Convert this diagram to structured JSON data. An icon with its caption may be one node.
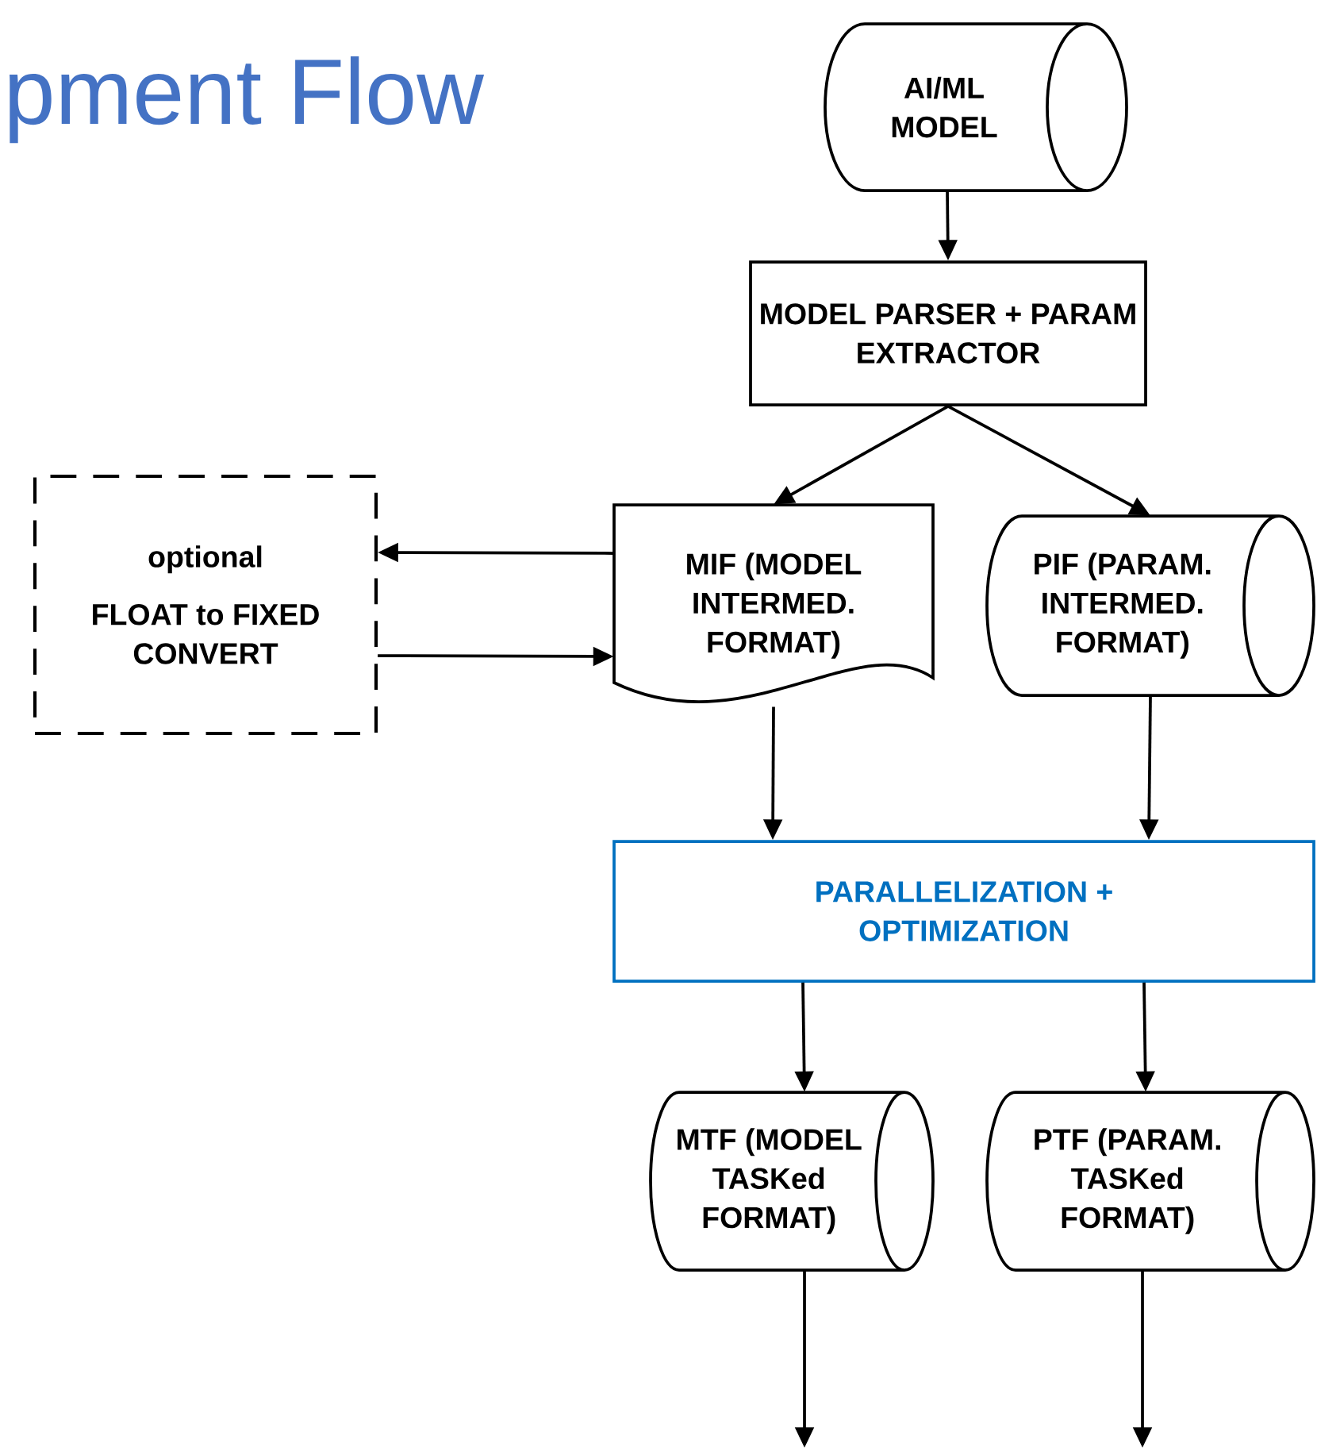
{
  "diagram": {
    "title": "pment Flow",
    "nodes": [
      {
        "text": [
          "AI/ML MODEL"
        ]
      },
      {
        "text": [
          "MODEL PARSER + PARAM EXTRACTOR"
        ]
      },
      {
        "text": [
          "optional",
          "FLOAT to FIXED CONVERT"
        ]
      },
      {
        "text": [
          "MIF (MODEL INTERMED. FORMAT)"
        ]
      },
      {
        "text": [
          "PIF (PARAM. INTERMED. FORMAT)"
        ]
      },
      {
        "text": [
          "PARALLELIZATION + OPTIMIZATION"
        ]
      },
      {
        "text": [
          "MTF (MODEL TASKed FORMAT)"
        ]
      },
      {
        "text": [
          "PTF (PARAM. TASKed FORMAT)"
        ]
      }
    ],
    "edges": [
      {
        "from": 0,
        "to": 1,
        "arrow": "to"
      },
      {
        "from": 1,
        "to": 3,
        "arrow": "to"
      },
      {
        "from": 1,
        "to": 4,
        "arrow": "to"
      },
      {
        "from": 3,
        "to": 2,
        "arrow": "to"
      },
      {
        "from": 2,
        "to": 3,
        "arrow": "to"
      },
      {
        "from": 3,
        "to": 5,
        "arrow": "to"
      },
      {
        "from": 4,
        "to": 5,
        "arrow": "to"
      },
      {
        "from": 5,
        "to": 6,
        "arrow": "to"
      },
      {
        "from": 5,
        "to": 7,
        "arrow": "to"
      },
      {
        "from": 6,
        "to": null,
        "arrow": "to"
      },
      {
        "from": 7,
        "to": null,
        "arrow": "to"
      }
    ]
  }
}
